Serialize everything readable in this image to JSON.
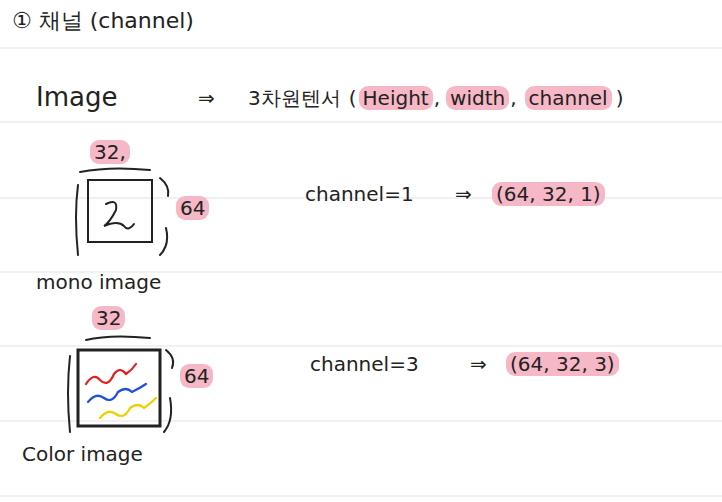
{
  "diagram": {
    "title": "① 채널 (channel)",
    "labels": [
      "Image",
      "⇒",
      "3차원텐서",
      "(",
      "Height",
      ",",
      "width",
      ",",
      "channel",
      ")",
      "32,",
      "64",
      "mono image",
      "channel=1",
      "⇒",
      "(64, 32, 1)",
      "32",
      "64",
      "Color image",
      "channel=3",
      "⇒",
      "(64, 32, 3)"
    ]
  }
}
